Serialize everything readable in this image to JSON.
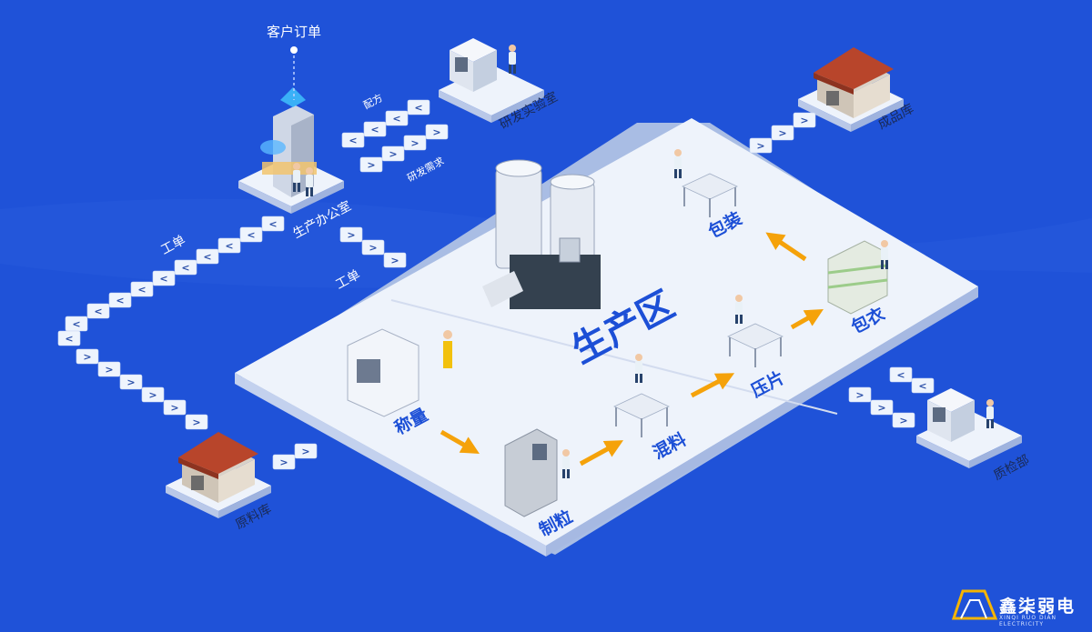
{
  "labels": {
    "customer_order": "客户订单",
    "peifang": "配方",
    "rd_demand": "研发需求",
    "rd_lab": "研发实验室",
    "production_office": "生产办公室",
    "work_order_1": "工单",
    "work_order_2": "工单",
    "finished_warehouse": "成品库",
    "raw_warehouse": "原料库",
    "qc_department": "质检部",
    "production_zone": "生产区",
    "weighing": "称量",
    "granulation": "制粒",
    "mixing": "混料",
    "tableting": "压片",
    "coating": "包衣",
    "packaging": "包装"
  },
  "colors": {
    "background": "#1f52d8",
    "platform": "#eef3fb",
    "platform_side": "#b9c8e8",
    "flow_arrow": "#f5a20a",
    "label_blue": "#1c4fd6",
    "roof": "#b8452b",
    "chevron_tile": "#eef4fd",
    "chevron_mark": "#2a4fa8"
  },
  "logo": {
    "name": "鑫柒弱电",
    "sub": "XINQI RUO DIAN ELECTRICITY"
  }
}
